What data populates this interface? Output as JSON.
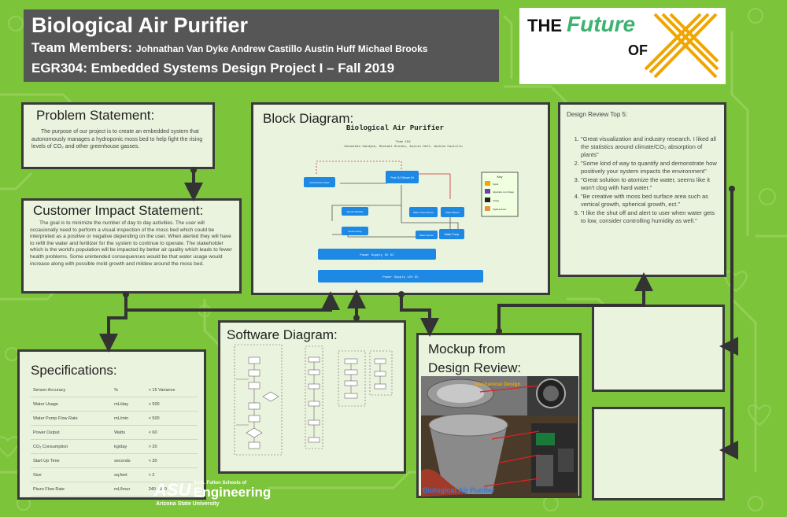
{
  "header": {
    "title": "Biological Air Purifier",
    "team_label": "Team Members:",
    "team_members": "Johnathan Van Dyke  Andrew Castillo  Austin Huff  Michael Brooks",
    "course": "EGR304: Embedded Systems Design Project I – Fall 2019"
  },
  "logo": {
    "part1": "THE",
    "part2": "Future",
    "part3": "OF"
  },
  "problem": {
    "heading": "Problem Statement:",
    "text": "The purpose of our project is to create an embedded system that autonomously manages a hydroponic moss bed to help fight the rising levels of CO₂ and other greenhouse gasses."
  },
  "customer": {
    "heading": "Customer Impact Statement:",
    "text": "The goal is to minimize the number of day to day activities. The user will occasionally need to perform a visual inspection of the moss bed which could be interpreted as a positive or negative depending on the user. When alerted they will have to refill the water and fertilizer for the system to continue to operate. The stakeholder which is the world's population will be impacted by better air quality which leads to fewer health problems. Some unintended consequences would be that water usage would increase along with possible mold growth and mildew around the moss bed."
  },
  "block": {
    "heading": "Block Diagram:",
    "diagram_title": "Biological Air Purifier",
    "subtitle": "Team 104",
    "members": "Johnathan Vandyke, Michael Brooks, Austin Huff, Andrew Castillo",
    "nodes": [
      "Fan/Accelerometer",
      "Pixel OLS Blower Kit",
      "Sound Indicator",
      "Sensor Array",
      "Water Level Sensor",
      "Water Blower",
      "Water Sensor",
      "Water Pump"
    ],
    "power1": "Power Supply 5V DC",
    "power2": "Power Supply 12V DC",
    "key_title": "Key",
    "key": [
      "Signal",
      "Adjustable Low Voltage",
      "Analog",
      "Digital Actuator"
    ]
  },
  "software": {
    "heading": "Software Diagram:"
  },
  "mockup": {
    "heading1": "Mockup from",
    "heading2": "Design Review:",
    "label_mech": "Mechanical Design",
    "label_product": "Biological Air Purifier"
  },
  "design_review": {
    "heading": "Design Review Top 5:",
    "items": [
      "\"Great visualization and industry research. I liked all the statistics around climate/CO₂ absorption of plants\"",
      "\"Some kind of way to quantify and demonstrate how positively your system impacts the environment\"",
      "\"Great solution to atomize the water, seems like it won't clog with hard water.\"",
      "\"Be creative with moss bed surface area such as vertical growth, spherical growth, ect.\"",
      "\"I like the shut off and alert to user when water gets to low, consider controlling humidity as well.\""
    ]
  },
  "specs": {
    "heading": "Specifications:",
    "rows": [
      [
        "Sensor Accuracy",
        "%",
        "< 15 Variance"
      ],
      [
        "Water Usage",
        "mL/day",
        "< 500"
      ],
      [
        "Water Pump Flow Rate",
        "mL/min",
        "< 500"
      ],
      [
        "Power Output",
        "Watts",
        "< 60"
      ],
      [
        "CO₂ Consumption",
        "kg/day",
        "> 20"
      ],
      [
        "Start Up Time",
        "seconds",
        "< 30"
      ],
      [
        "Size",
        "sq.feet",
        "< 2"
      ],
      [
        "Piezo Flow Rate",
        "mL/hour",
        "240 - 300"
      ]
    ]
  },
  "asu": {
    "mark": "ASU",
    "school": "Ira A. Fulton Schools of",
    "engineering": "Engineering",
    "university": "Arizona State University"
  },
  "colors": {
    "background": "#7cc43a",
    "title_band": "#565656",
    "panel": "#eaf3dd",
    "border": "#3a3a3a",
    "logo_green": "#3cb371",
    "logo_orange": "#f0a500"
  }
}
